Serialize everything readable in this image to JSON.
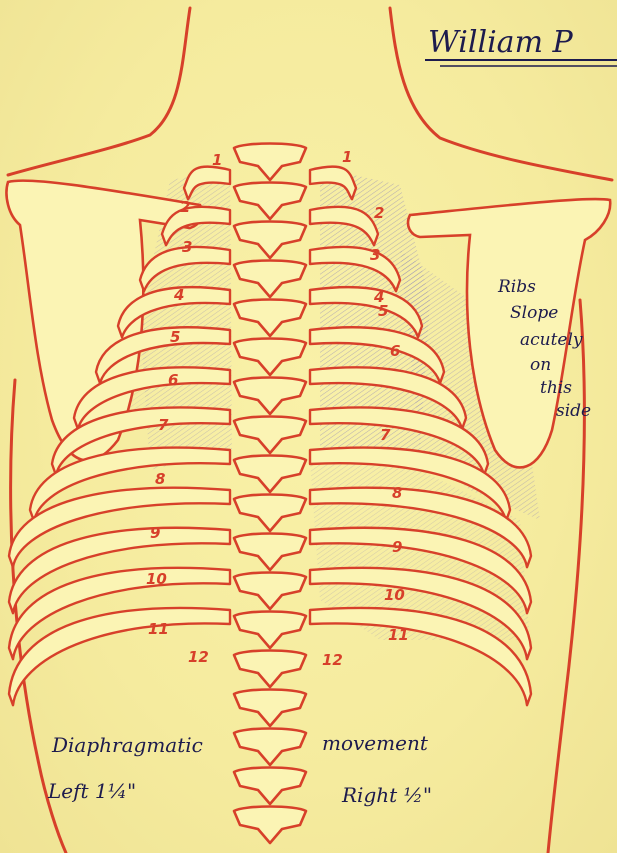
{
  "header": {
    "patient_name": "William P"
  },
  "annotation": {
    "ribs_note": [
      "Ribs",
      "Slope",
      "acutely",
      "on",
      "this",
      "side"
    ]
  },
  "rib_numbers": {
    "left": [
      "1",
      "2",
      "3",
      "4",
      "5",
      "6",
      "7",
      "8",
      "9",
      "10",
      "11",
      "12"
    ],
    "right": [
      "1",
      "2",
      "3",
      "4",
      "5",
      "6",
      "7",
      "8",
      "9",
      "10",
      "11",
      "12"
    ]
  },
  "footer": {
    "diaphragmatic": "Diaphragmatic",
    "movement": "movement",
    "left_label": "Left 1¼\"",
    "right_label": "Right ½\""
  },
  "colors": {
    "ink_red": "#d7402a",
    "ink_blue": "#1d1b4d",
    "paper": "#f6eda0",
    "pencil_blue": "#7c76c6"
  }
}
